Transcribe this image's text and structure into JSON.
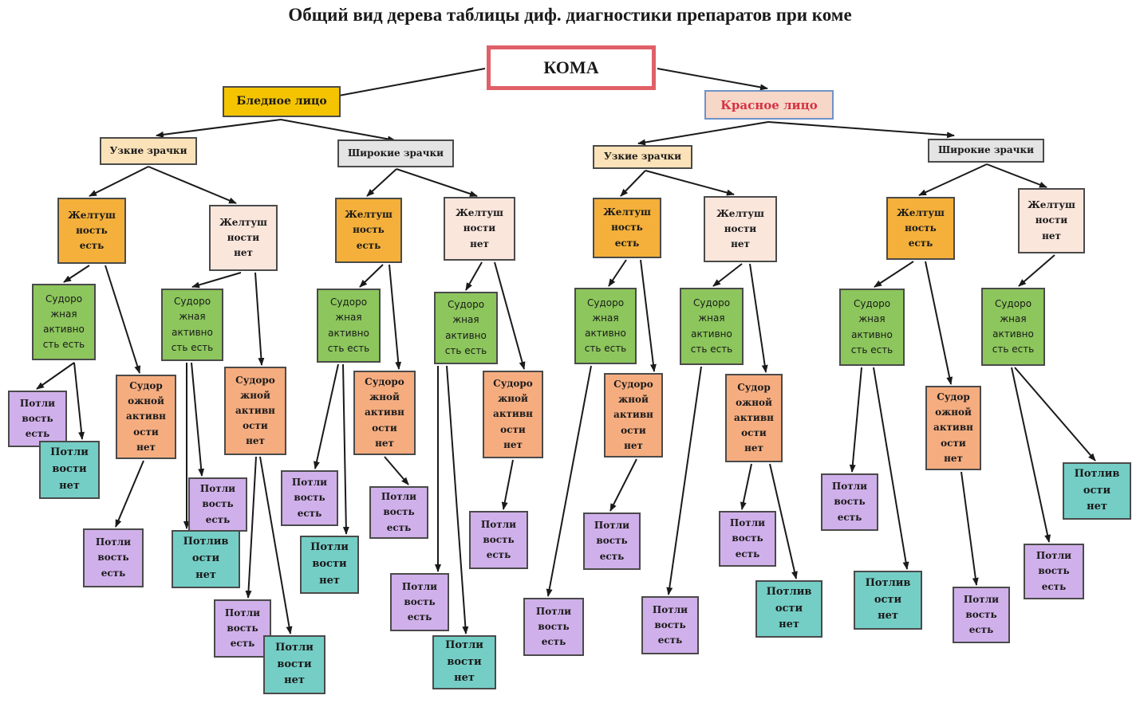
{
  "title": "Общий вид дерева таблицы диф. диагностики препаратов при коме",
  "colors": {
    "root_border": "#e06068",
    "pale_face": "#f5c400",
    "red_face": "#f6d7c8",
    "red_face_text": "#d53344",
    "narrow_pupils": "#fbe2b8",
    "wide_pupils": "#e4e4e4",
    "jaundice_yes": "#f4b03a",
    "jaundice_no": "#fbe6dc",
    "convulsive_yes": "#8cc65c",
    "convulsive_no": "#f5ad80",
    "sweat_yes": "#d0b0ea",
    "sweat_no": "#74cec6"
  },
  "nodes": [
    {
      "id": "root",
      "label": "КОМА",
      "kind": "root"
    },
    {
      "id": "pale",
      "label": "Бледное лицо",
      "kind": "pale"
    },
    {
      "id": "red",
      "label": "Красное лицо",
      "kind": "red"
    },
    {
      "id": "p_n",
      "label": "Узкие зрачки",
      "kind": "narrow"
    },
    {
      "id": "p_w",
      "label": "Широкие зрачки",
      "kind": "wide"
    },
    {
      "id": "r_n",
      "label": "Узкие зрачки",
      "kind": "narrow"
    },
    {
      "id": "r_w",
      "label": "Широкие зрачки",
      "kind": "wide"
    },
    {
      "id": "j1y",
      "label": "Желтуш\nность\nесть",
      "kind": "jyes"
    },
    {
      "id": "j1n",
      "label": "Желтуш\nности\nнет",
      "kind": "jno"
    },
    {
      "id": "j2y",
      "label": "Желтуш\nность\nесть",
      "kind": "jyes"
    },
    {
      "id": "j2n",
      "label": "Желтуш\nности\nнет",
      "kind": "jno"
    },
    {
      "id": "j3y",
      "label": "Желтуш\nность\nесть",
      "kind": "jyes"
    },
    {
      "id": "j3n",
      "label": "Желтуш\nности\nнет",
      "kind": "jno"
    },
    {
      "id": "j4y",
      "label": "Желтуш\nность\nесть",
      "kind": "jyes"
    },
    {
      "id": "j4n",
      "label": "Желтуш\nности\nнет",
      "kind": "jno"
    },
    {
      "id": "c1",
      "label": "Судоро\nжная\nактивно\nсть есть",
      "kind": "cyes"
    },
    {
      "id": "c2",
      "label": "Судор\nожной\nактивн\nости\nнет",
      "kind": "cno"
    },
    {
      "id": "c3",
      "label": "Судоро\nжная\nактивно\nсть есть",
      "kind": "cyes"
    },
    {
      "id": "c4",
      "label": "Судоро\nжной\nактивн\nости\nнет",
      "kind": "cno"
    },
    {
      "id": "c5",
      "label": "Судоро\nжная\nактивно\nсть есть",
      "kind": "cyes"
    },
    {
      "id": "c6",
      "label": "Судоро\nжной\nактивн\nости\nнет",
      "kind": "cno"
    },
    {
      "id": "c7",
      "label": "Судоро\nжная\nактивно\nсть есть",
      "kind": "cyes"
    },
    {
      "id": "c8",
      "label": "Судоро\nжной\nактивн\nости\nнет",
      "kind": "cno"
    },
    {
      "id": "c9",
      "label": "Судоро\nжная\nактивно\nсть есть",
      "kind": "cyes"
    },
    {
      "id": "c10",
      "label": "Судоро\nжной\nактивн\nости\nнет",
      "kind": "cno"
    },
    {
      "id": "c11",
      "label": "Судоро\nжная\nактивно\nсть есть",
      "kind": "cyes"
    },
    {
      "id": "c12",
      "label": "Судор\nожной\nактивн\nости\nнет",
      "kind": "cno"
    },
    {
      "id": "c13",
      "label": "Судоро\nжная\nактивно\nсть есть",
      "kind": "cyes"
    },
    {
      "id": "c14",
      "label": "Судор\nожной\nактивн\nости\nнет",
      "kind": "cno"
    },
    {
      "id": "c15",
      "label": "Судоро\nжная\nактивно\nсть есть",
      "kind": "cyes"
    },
    {
      "id": "s1",
      "label": "Потли\nвость\nесть",
      "kind": "syes"
    },
    {
      "id": "s2",
      "label": "Потли\nвости\nнет",
      "kind": "sno"
    },
    {
      "id": "s3",
      "label": "Потли\nвость\nесть",
      "kind": "syes"
    },
    {
      "id": "s4",
      "label": "Потли\nвость\nесть",
      "kind": "syes"
    },
    {
      "id": "s5",
      "label": "Потлив\nости\nнет",
      "kind": "sno"
    },
    {
      "id": "s6",
      "label": "Потли\nвость\nесть",
      "kind": "syes"
    },
    {
      "id": "s7",
      "label": "Потли\nвости\nнет",
      "kind": "sno"
    },
    {
      "id": "s8",
      "label": "Потли\nвость\nесть",
      "kind": "syes"
    },
    {
      "id": "s9",
      "label": "Потли\nвости\nнет",
      "kind": "sno"
    },
    {
      "id": "s10",
      "label": "Потли\nвость\nесть",
      "kind": "syes"
    },
    {
      "id": "s11",
      "label": "Потли\nвость\nесть",
      "kind": "syes"
    },
    {
      "id": "s12",
      "label": "Потли\nвости\nнет",
      "kind": "sno"
    },
    {
      "id": "s13",
      "label": "Потли\nвость\nесть",
      "kind": "syes"
    },
    {
      "id": "s14",
      "label": "Потли\nвость\nесть",
      "kind": "syes"
    },
    {
      "id": "s15",
      "label": "Потли\nвость\nесть",
      "kind": "syes"
    },
    {
      "id": "s16",
      "label": "Потли\nвость\nесть",
      "kind": "syes"
    },
    {
      "id": "s17",
      "label": "Потли\nвость\nесть",
      "kind": "syes"
    },
    {
      "id": "s18",
      "label": "Потлив\nости\nнет",
      "kind": "sno"
    },
    {
      "id": "s19",
      "label": "Потли\nвость\nесть",
      "kind": "syes"
    },
    {
      "id": "s20",
      "label": "Потлив\nости\nнет",
      "kind": "sno"
    },
    {
      "id": "s21",
      "label": "Потли\nвость\nесть",
      "kind": "syes"
    },
    {
      "id": "s22",
      "label": "Потли\nвость\nесть",
      "kind": "syes"
    },
    {
      "id": "s23",
      "label": "Потлив\nости\nнет",
      "kind": "sno"
    }
  ],
  "edges": [
    [
      "root",
      "pale"
    ],
    [
      "root",
      "red"
    ],
    [
      "pale",
      "p_n"
    ],
    [
      "pale",
      "p_w"
    ],
    [
      "red",
      "r_n"
    ],
    [
      "red",
      "r_w"
    ],
    [
      "p_n",
      "j1y"
    ],
    [
      "p_n",
      "j1n"
    ],
    [
      "p_w",
      "j2y"
    ],
    [
      "p_w",
      "j2n"
    ],
    [
      "r_n",
      "j3y"
    ],
    [
      "r_n",
      "j3n"
    ],
    [
      "r_w",
      "j4y"
    ],
    [
      "r_w",
      "j4n"
    ],
    [
      "j1y",
      "c1"
    ],
    [
      "j1y",
      "c2"
    ],
    [
      "j1n",
      "c3"
    ],
    [
      "j1n",
      "c4"
    ],
    [
      "j2y",
      "c5"
    ],
    [
      "j2y",
      "c6"
    ],
    [
      "j2n",
      "c7"
    ],
    [
      "j2n",
      "c8"
    ],
    [
      "j3y",
      "c9"
    ],
    [
      "j3y",
      "c10"
    ],
    [
      "j3n",
      "c11"
    ],
    [
      "j3n",
      "c12"
    ],
    [
      "j4y",
      "c13"
    ],
    [
      "j4y",
      "c14"
    ],
    [
      "j4n",
      "c15"
    ],
    [
      "c1",
      "s1"
    ],
    [
      "c1",
      "s2"
    ],
    [
      "c2",
      "s3"
    ],
    [
      "c3",
      "s4"
    ],
    [
      "c3",
      "s5"
    ],
    [
      "c4",
      "s6"
    ],
    [
      "c4",
      "s7"
    ],
    [
      "c5",
      "s8"
    ],
    [
      "c5",
      "s9"
    ],
    [
      "c6",
      "s10"
    ],
    [
      "c7",
      "s11"
    ],
    [
      "c7",
      "s12"
    ],
    [
      "c8",
      "s13"
    ],
    [
      "c9",
      "s14"
    ],
    [
      "c10",
      "s15"
    ],
    [
      "c11",
      "s16"
    ],
    [
      "c12",
      "s17"
    ],
    [
      "c12",
      "s18"
    ],
    [
      "c13",
      "s19"
    ],
    [
      "c13",
      "s20"
    ],
    [
      "c14",
      "s21"
    ],
    [
      "c15",
      "s22"
    ],
    [
      "c15",
      "s23"
    ]
  ]
}
